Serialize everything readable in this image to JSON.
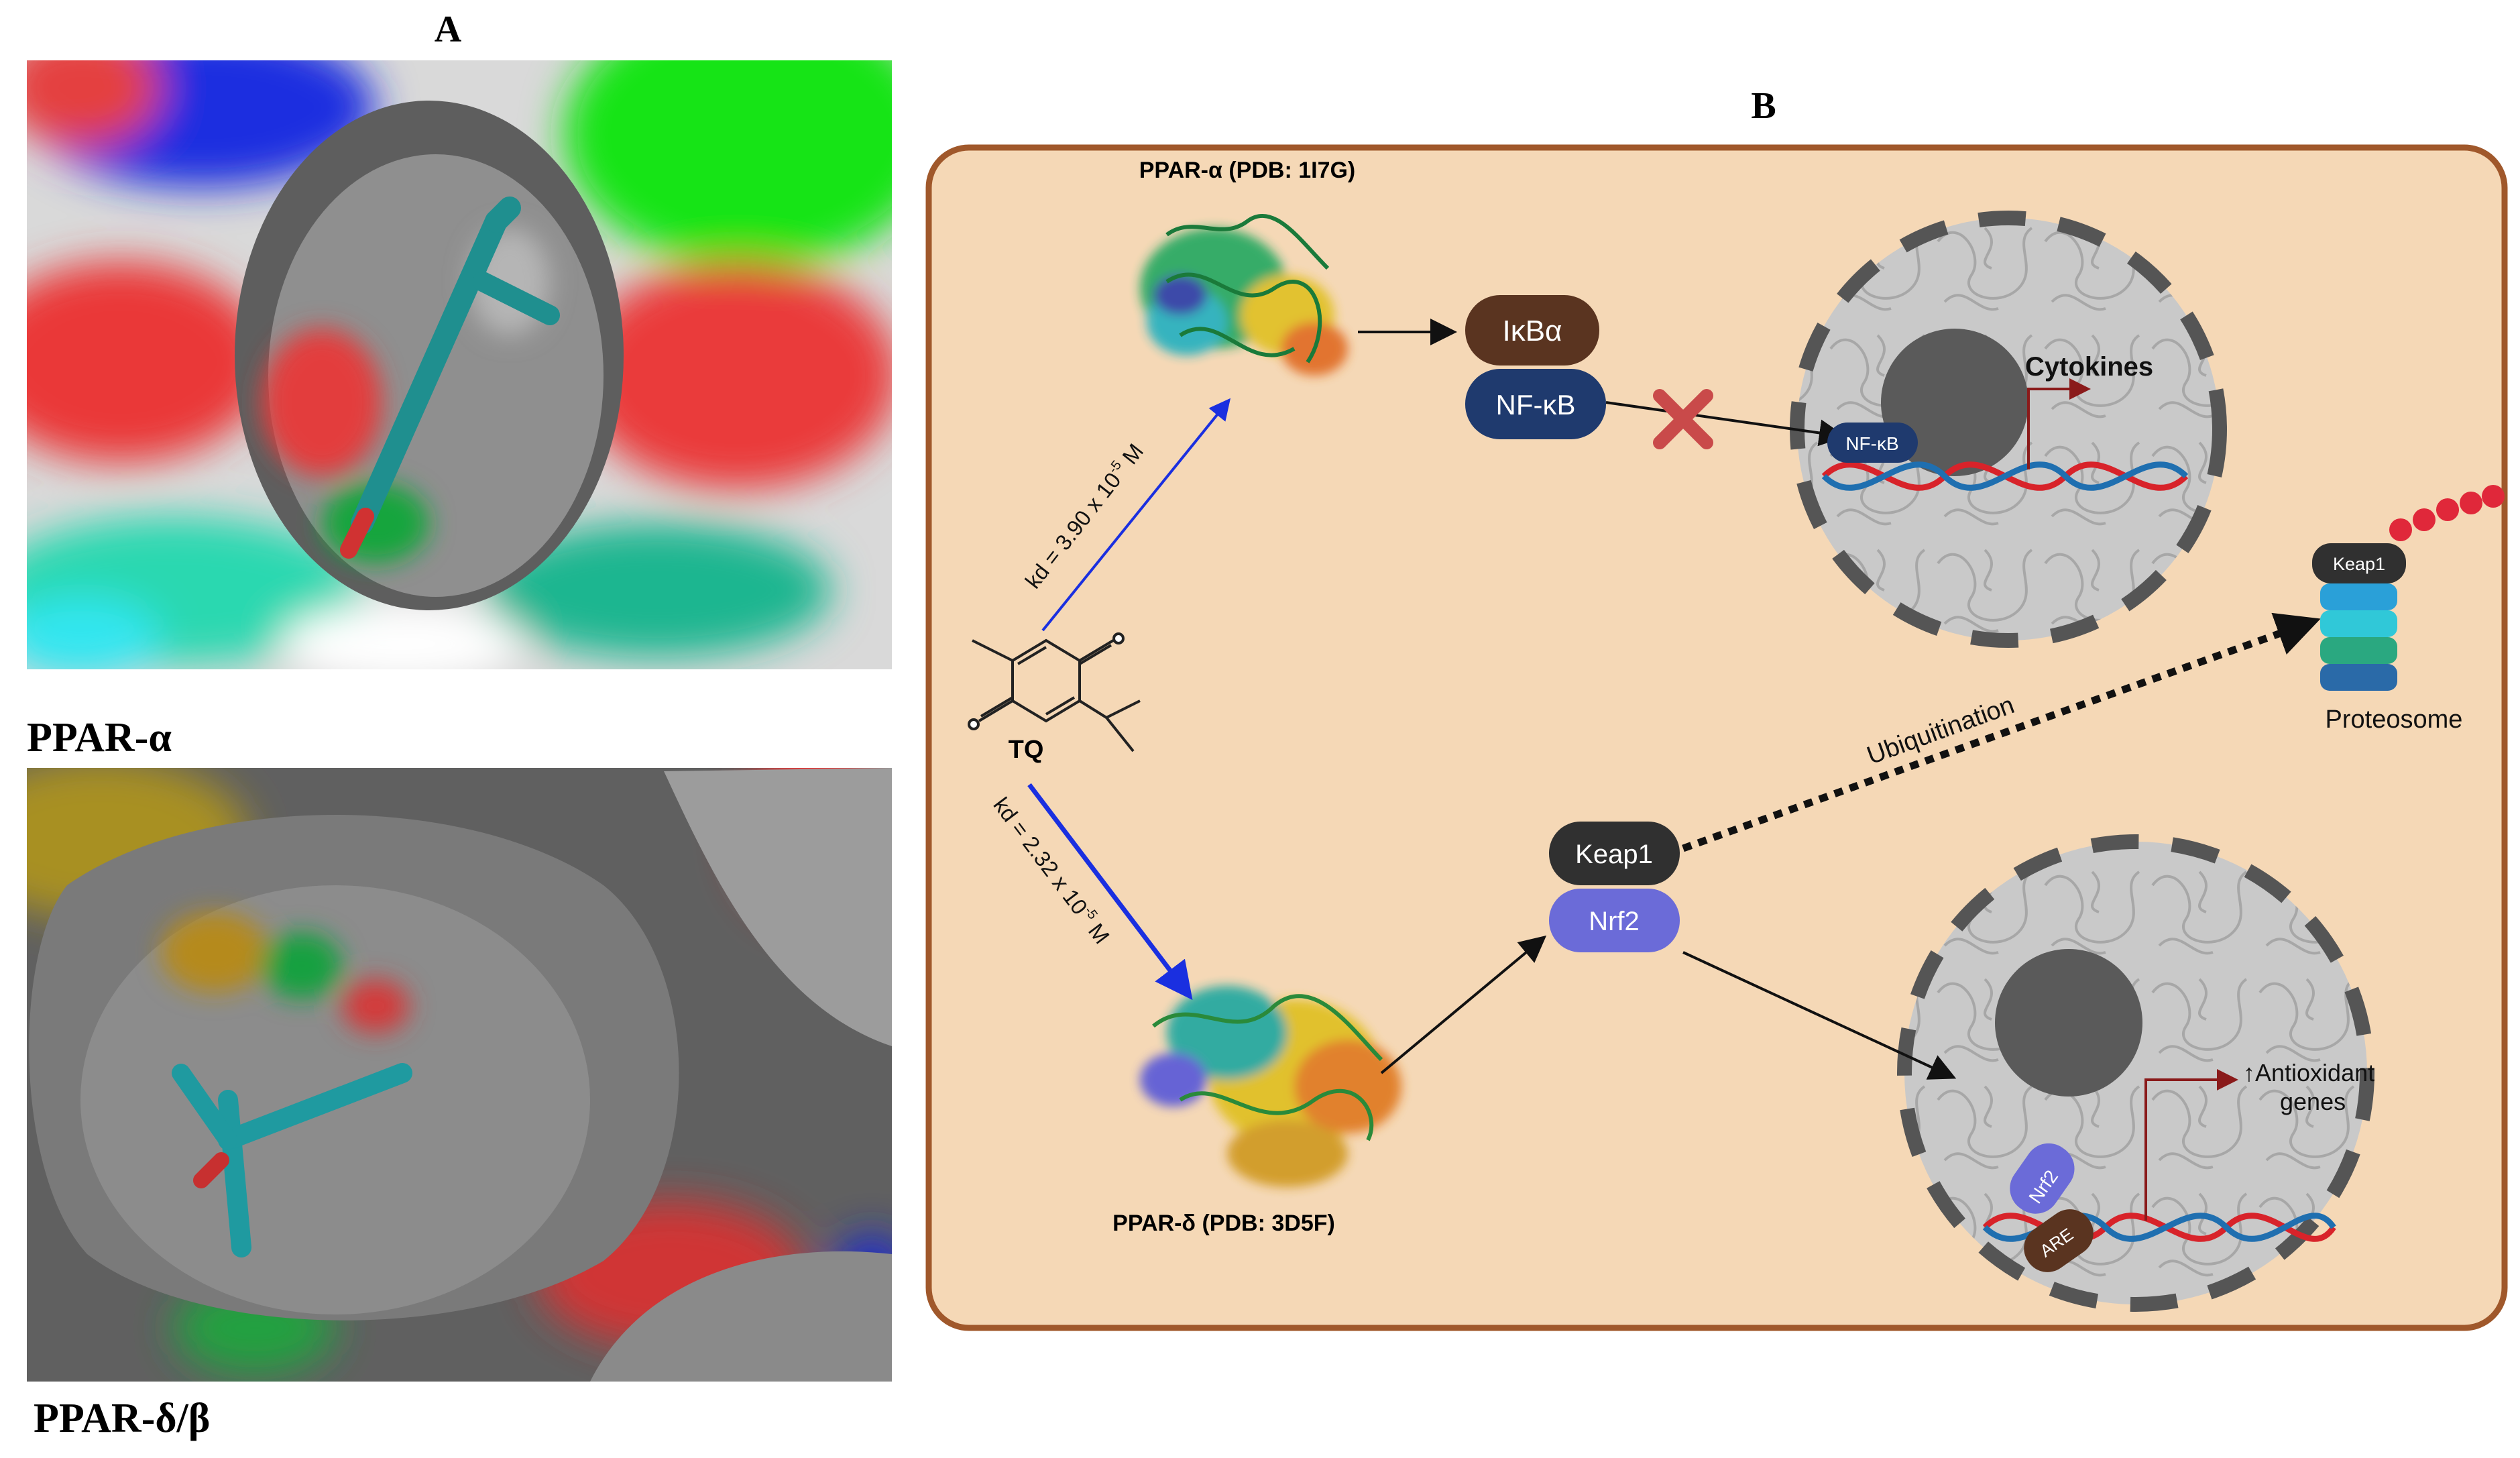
{
  "panel_a": {
    "label": "A",
    "top_caption": "PPAR-α",
    "bottom_caption": "PPAR-δ/β"
  },
  "panel_b": {
    "label": "B",
    "ppar_alpha_title": "PPAR-α (PDB: 1I7G)",
    "ppar_delta_title": "PPAR-δ (PDB: 3D5F)",
    "tq_label": "TQ",
    "kd_alpha": {
      "prefix": "kd = 3.90 x 10",
      "exp": "-5",
      "unit": " M"
    },
    "kd_delta": {
      "prefix": "kd = 2.32 x 10",
      "exp": "-5",
      "unit": " M"
    },
    "ikba": "IκBα",
    "nfkb": "NF-κB",
    "nfkb_small": "NF-κB",
    "cytokines": "Cytokines",
    "keap1": "Keap1",
    "nrf2": "Nrf2",
    "keap1_small": "Keap1",
    "proteosome": "Proteosome",
    "ubiquitination": "Ubiquitination",
    "antioxidant_line1": "↑Antioxidant",
    "antioxidant_line2": "genes",
    "nrf2_small": "Nrf2",
    "are": "ARE"
  },
  "colors": {
    "cell_fill": "#f5d8b6",
    "cell_border": "#a0582b",
    "ikba": "#5a3420",
    "nfkb": "#1f3a6e",
    "keap1": "#303030",
    "nrf2": "#6b6bd8",
    "inhibit_x": "#c94a4a",
    "blue_arrow": "#1a2fe0"
  }
}
